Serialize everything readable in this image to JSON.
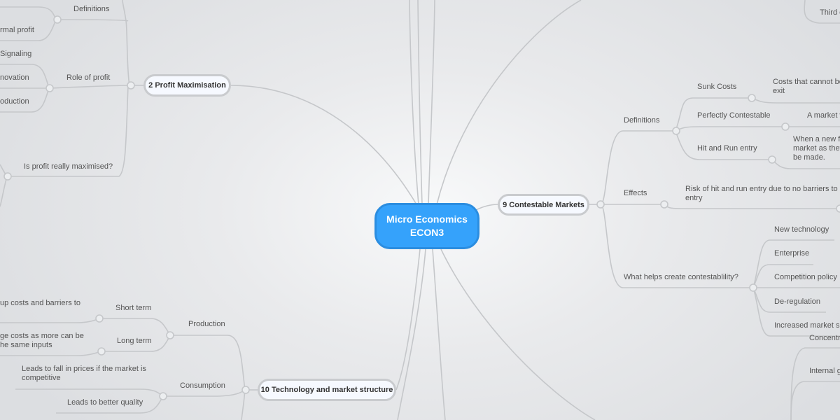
{
  "central": {
    "line1": "Micro Economics",
    "line2": "ECON3",
    "color": "#35a2fb"
  },
  "profit": {
    "title": "2 Profit Maximisation",
    "definitions": "Definitions",
    "normal_profit": "rmal  profit",
    "role": "Role of profit",
    "signaling": "Signaling",
    "innovation": "novation",
    "production": "oduction",
    "really": "Is profit really maximised?"
  },
  "contestable": {
    "title": "9 Contestable Markets",
    "definitions": "Definitions",
    "sunk": "Sunk Costs",
    "sunk_def": "Costs that cannot be exit",
    "perfect": "Perfectly Contestable",
    "perfect_def": "A market w",
    "hit": "Hit and Run entry",
    "hit_def": "When a new fi market as they be made.",
    "effects": "Effects",
    "effects_def": "Risk of hit and run entry due to no barriers to entry",
    "what": "What helps create contestablility?",
    "helps": [
      "New technology",
      "Enterprise",
      "Competition policy",
      "De-regulation",
      "Increased market siz"
    ],
    "third": "Third c",
    "concentr": "Concentr",
    "internal": "Internal g"
  },
  "technology": {
    "title": "10 Technology and market structure",
    "production": "Production",
    "short": "Short term",
    "short_def": "up costs and barriers to",
    "long": "Long term",
    "long_def": "ge costs as more can be he same inputs",
    "consumption": "Consumption",
    "fall": "Leads to fall in prices if the market is competitive",
    "quality": "Leads to better quality"
  }
}
